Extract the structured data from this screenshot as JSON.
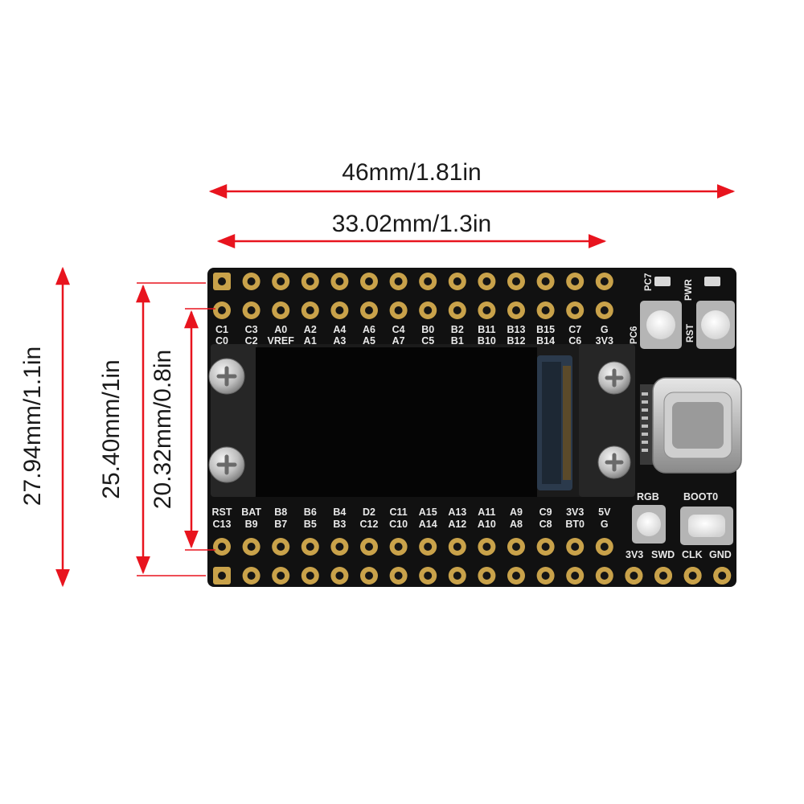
{
  "dimensions": {
    "overall_width": "46mm/1.81in",
    "pin_span_width": "33.02mm/1.3in",
    "overall_height": "27.94mm/1.1in",
    "outer_row_spacing": "25.40mm/1in",
    "inner_row_spacing": "20.32mm/0.8in"
  },
  "board": {
    "top_labels_primary": [
      "C1",
      "C3",
      "A0",
      "A2",
      "A4",
      "A6",
      "C4",
      "B0",
      "B2",
      "B11",
      "B13",
      "B15",
      "C7",
      "G"
    ],
    "top_labels_secondary": [
      "C0",
      "C2",
      "VREF",
      "A1",
      "A3",
      "A5",
      "A7",
      "C5",
      "B1",
      "B10",
      "B12",
      "B14",
      "C6",
      "3V3"
    ],
    "bottom_labels_primary": [
      "RST",
      "BAT",
      "B8",
      "B6",
      "B4",
      "D2",
      "C11",
      "A15",
      "A13",
      "A11",
      "A9",
      "C9",
      "3V3",
      "5V"
    ],
    "bottom_labels_secondary": [
      "C13",
      "B9",
      "B7",
      "B5",
      "B3",
      "C12",
      "C10",
      "A14",
      "A12",
      "A10",
      "A8",
      "C8",
      "BT0",
      "G"
    ],
    "led_labels": [
      "PC7",
      "PWR"
    ],
    "button_labels": [
      "PC6",
      "RST"
    ],
    "lower_button_labels": [
      "RGB",
      "BOOT0"
    ],
    "swd_labels": [
      "3V3",
      "SWD",
      "CLK",
      "GND"
    ]
  },
  "colors": {
    "dimension_line": "#e8141e",
    "pcb": "#111111",
    "pad_gold": "#c9a24a",
    "silkscreen": "#e9e9e9"
  }
}
